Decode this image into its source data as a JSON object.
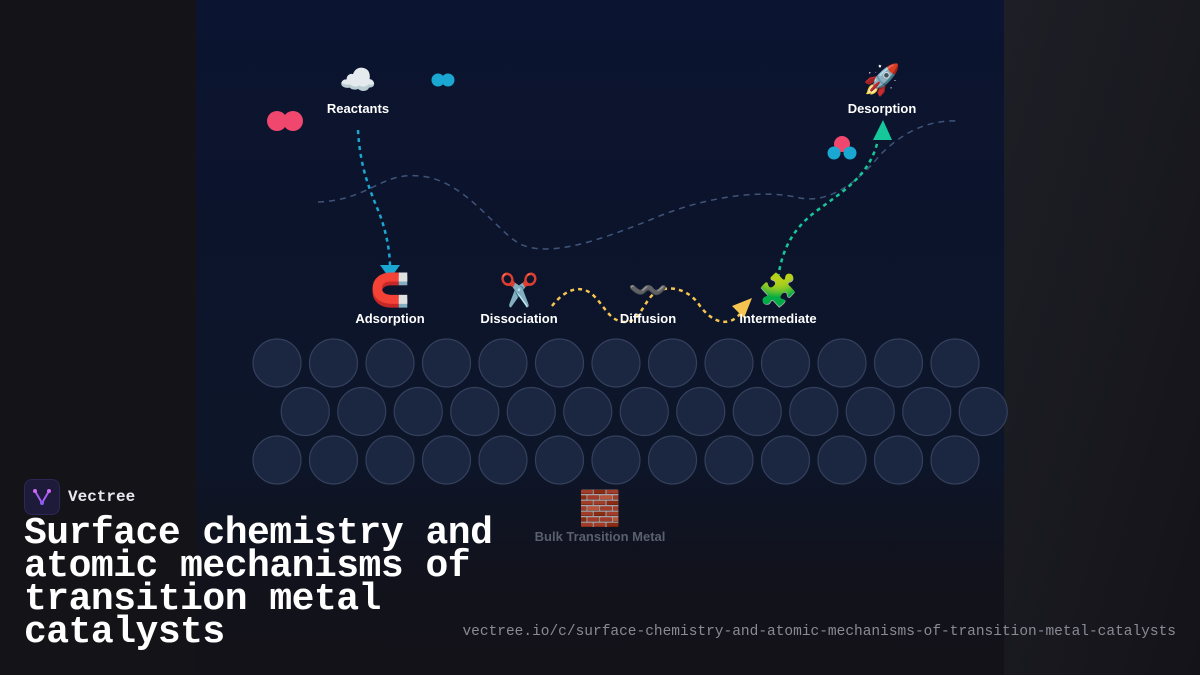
{
  "colors": {
    "background": "#131219",
    "panel": "#0b1430",
    "atom_fill": "#1b2640",
    "atom_stroke": "#34405c",
    "reactant_a": "#f0476f",
    "reactant_b": "#1aa7d1",
    "adsorption_path": "#1aa7d1",
    "diffusion_path": "#f5c451",
    "desorption_path": "#16c79a",
    "energy_curve": "#3f5478"
  },
  "diagram": {
    "steps": [
      {
        "key": "reactants",
        "label": "Reactants",
        "icon": "cloud-icon",
        "glyph": "☁️"
      },
      {
        "key": "adsorption",
        "label": "Adsorption",
        "icon": "magnet-icon",
        "glyph": "🧲"
      },
      {
        "key": "dissociation",
        "label": "Dissociation",
        "icon": "scissors-icon",
        "glyph": "✂️"
      },
      {
        "key": "diffusion",
        "label": "Diffusion",
        "icon": "wavy-dash-icon",
        "glyph": "〰️"
      },
      {
        "key": "intermediate",
        "label": "Intermediate",
        "icon": "puzzle-icon",
        "glyph": "🧩"
      },
      {
        "key": "desorption",
        "label": "Desorption",
        "icon": "rocket-icon",
        "glyph": "🚀"
      }
    ],
    "bulk": {
      "label": "Bulk Transition Metal",
      "icon": "brick-icon",
      "glyph": "🧱"
    },
    "lattice": {
      "rows": 3,
      "row_counts": [
        13,
        13,
        13
      ]
    }
  },
  "brand": {
    "name": "Vectree",
    "logo_icon": "vectree-logo-icon"
  },
  "title": "Surface chemistry and atomic mechanisms of transition metal catalysts",
  "url": "vectree.io/c/surface-chemistry-and-atomic-mechanisms-of-transition-metal-catalysts"
}
